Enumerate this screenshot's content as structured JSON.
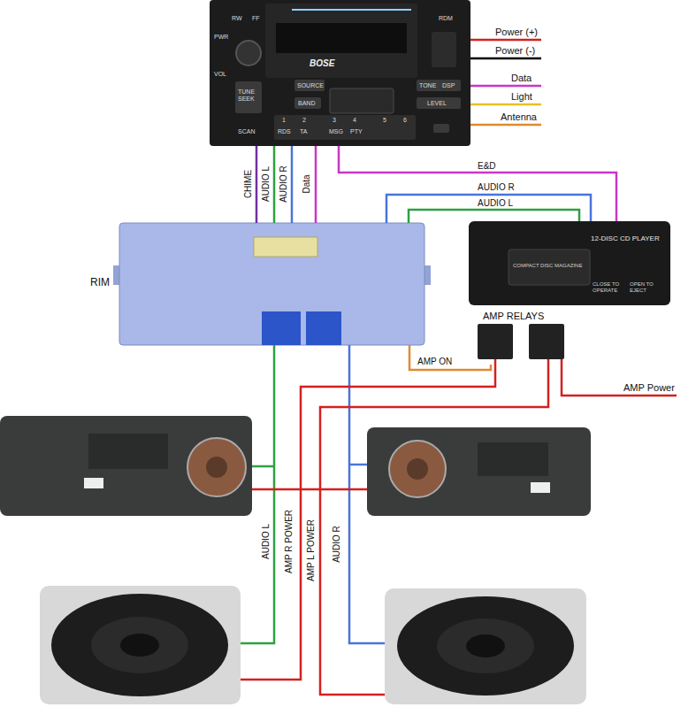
{
  "diagram": {
    "nodes": [
      {
        "text": [
          "RW",
          "FF",
          "PWR",
          "VOL",
          "BOSE",
          "RDM",
          "SOURCE",
          "BAND",
          "TUNE SEEK",
          "SCAN",
          "TONE",
          "DSP",
          "LEVEL",
          "1",
          "2",
          "3",
          "4",
          "5",
          "6",
          "RDS",
          "TA",
          "MSG",
          "PTY"
        ]
      },
      {
        "text": [
          "RIM"
        ]
      },
      {
        "text": [
          "12-DISC CD PLAYER",
          "COMPACT DISC MAGAZINE",
          "CLOSE TO OPERATE",
          "OPEN TO EJECT"
        ]
      },
      {
        "text": [
          "AMP RELAYS"
        ]
      }
    ],
    "edges": [
      {
        "from": 0,
        "to": 1,
        "label": "CHIME",
        "arrow": "none"
      },
      {
        "from": 0,
        "to": 1,
        "label": "AUDIO L",
        "arrow": "none"
      },
      {
        "from": 0,
        "to": 1,
        "label": "AUDIO R",
        "arrow": "none"
      },
      {
        "from": 0,
        "to": 1,
        "label": "Data",
        "arrow": "none"
      },
      {
        "from": 0,
        "to": 2,
        "label": "E&D",
        "arrow": "none"
      },
      {
        "from": 2,
        "to": 1,
        "label": "AUDIO R",
        "arrow": "none"
      },
      {
        "from": 2,
        "to": 1,
        "label": "AUDIO L",
        "arrow": "none"
      },
      {
        "from": 1,
        "to": 3,
        "label": "AMP ON",
        "arrow": "none"
      }
    ],
    "labels": [
      "Power (+)",
      "Power (-)",
      "Data",
      "Light",
      "Antenna",
      "AMP Power",
      "AUDIO L",
      "AMP R POWER",
      "AMP L POWER",
      "AUDIO R"
    ]
  }
}
